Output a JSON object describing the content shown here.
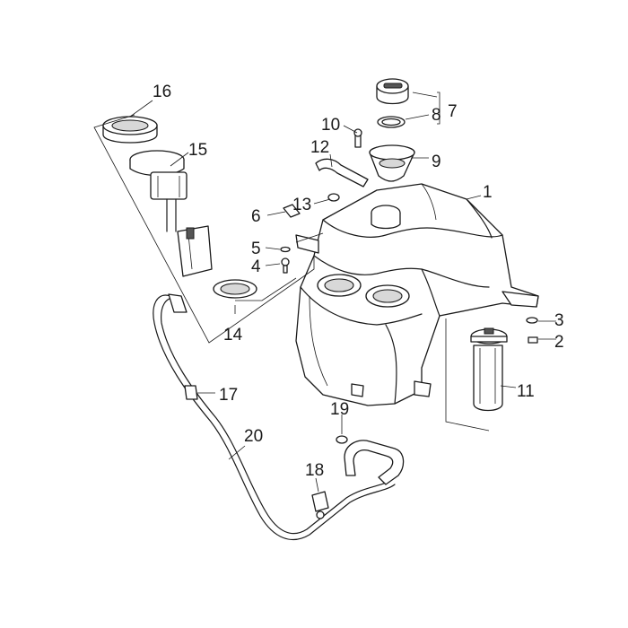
{
  "callouts": [
    {
      "id": "1",
      "text": "1"
    },
    {
      "id": "2",
      "text": "2"
    },
    {
      "id": "3",
      "text": "3"
    },
    {
      "id": "4",
      "text": "4"
    },
    {
      "id": "5",
      "text": "5"
    },
    {
      "id": "6",
      "text": "6"
    },
    {
      "id": "7",
      "text": "7"
    },
    {
      "id": "8",
      "text": "8"
    },
    {
      "id": "9",
      "text": "9"
    },
    {
      "id": "10",
      "text": "10"
    },
    {
      "id": "11",
      "text": "11"
    },
    {
      "id": "12",
      "text": "12"
    },
    {
      "id": "13",
      "text": "13"
    },
    {
      "id": "14",
      "text": "14"
    },
    {
      "id": "15",
      "text": "15"
    },
    {
      "id": "16",
      "text": "16"
    },
    {
      "id": "17",
      "text": "17"
    },
    {
      "id": "18",
      "text": "18"
    },
    {
      "id": "19",
      "text": "19"
    },
    {
      "id": "20",
      "text": "20"
    }
  ],
  "colors": {
    "line": "#1a1a1a",
    "background": "#ffffff"
  }
}
